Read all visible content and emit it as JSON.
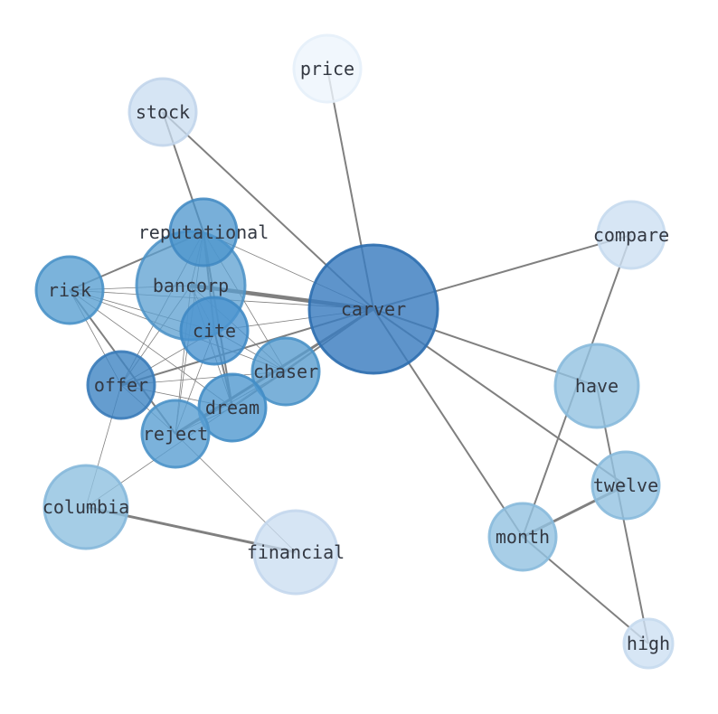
{
  "colors": {
    "edge": "#808080",
    "label": "#333842"
  },
  "nodes": [
    {
      "id": "carver",
      "label": "carver",
      "size": 3,
      "color": "#3a7cc0",
      "stroke": "#2f6fb0",
      "opacity": 0.82
    },
    {
      "id": "bancorp",
      "label": "bancorp",
      "size": 2.2,
      "color": "#5b9fd0",
      "stroke": "#4a90c6",
      "opacity": 0.75
    },
    {
      "id": "reputational",
      "label": "reputational",
      "size": 1.6,
      "color": "#4b94cc",
      "stroke": "#3f88c2",
      "opacity": 0.75
    },
    {
      "id": "risk",
      "label": "risk",
      "size": 1.6,
      "color": "#5aa0d2",
      "stroke": "#4a92c8",
      "opacity": 0.8
    },
    {
      "id": "cite",
      "label": "cite",
      "size": 1.6,
      "color": "#4a94cf",
      "stroke": "#3f89c4",
      "opacity": 0.78
    },
    {
      "id": "chaser",
      "label": "chaser",
      "size": 1.6,
      "color": "#5a9ed0",
      "stroke": "#4a92c6",
      "opacity": 0.8
    },
    {
      "id": "offer",
      "label": "offer",
      "size": 1.6,
      "color": "#3f85c3",
      "stroke": "#3a7bb8",
      "opacity": 0.8
    },
    {
      "id": "dream",
      "label": "dream",
      "size": 1.6,
      "color": "#5099d0",
      "stroke": "#438dc5",
      "opacity": 0.8
    },
    {
      "id": "reject",
      "label": "reject",
      "size": 1.6,
      "color": "#5a9fd2",
      "stroke": "#4b92c8",
      "opacity": 0.8
    },
    {
      "id": "columbia",
      "label": "columbia",
      "size": 2,
      "color": "#8fc0e0",
      "stroke": "#86b8da",
      "opacity": 0.8
    },
    {
      "id": "financial",
      "label": "financial",
      "size": 2,
      "color": "#c8dcf0",
      "stroke": "#c2d6ec",
      "opacity": 0.75
    },
    {
      "id": "stock",
      "label": "stock",
      "size": 1.6,
      "color": "#c8dcf0",
      "stroke": "#c0d4ea",
      "opacity": 0.75
    },
    {
      "id": "price",
      "label": "price",
      "size": 1.6,
      "color": "#eef5fd",
      "stroke": "#e6eff9",
      "opacity": 0.8
    },
    {
      "id": "compare",
      "label": "compare",
      "size": 1.6,
      "color": "#cde0f2",
      "stroke": "#c6daee",
      "opacity": 0.8
    },
    {
      "id": "have",
      "label": "have",
      "size": 2,
      "color": "#92c2e1",
      "stroke": "#88badb",
      "opacity": 0.8
    },
    {
      "id": "twelve",
      "label": "twelve",
      "size": 1.6,
      "color": "#92c2e1",
      "stroke": "#88badb",
      "opacity": 0.8
    },
    {
      "id": "month",
      "label": "month",
      "size": 1.6,
      "color": "#92c2e1",
      "stroke": "#88badb",
      "opacity": 0.8
    },
    {
      "id": "high",
      "label": "high",
      "size": 1.2,
      "color": "#cde0f2",
      "stroke": "#c6daee",
      "opacity": 0.8
    }
  ],
  "edges": [
    {
      "source": "carver",
      "target": "bancorp",
      "weight": 4
    },
    {
      "source": "carver",
      "target": "price",
      "weight": 2
    },
    {
      "source": "carver",
      "target": "stock",
      "weight": 2
    },
    {
      "source": "carver",
      "target": "compare",
      "weight": 2
    },
    {
      "source": "carver",
      "target": "have",
      "weight": 2
    },
    {
      "source": "carver",
      "target": "twelve",
      "weight": 2
    },
    {
      "source": "carver",
      "target": "month",
      "weight": 2
    },
    {
      "source": "carver",
      "target": "reputational",
      "weight": 1
    },
    {
      "source": "carver",
      "target": "risk",
      "weight": 1
    },
    {
      "source": "carver",
      "target": "cite",
      "weight": 1
    },
    {
      "source": "carver",
      "target": "chaser",
      "weight": 1
    },
    {
      "source": "carver",
      "target": "offer",
      "weight": 2
    },
    {
      "source": "carver",
      "target": "dream",
      "weight": 1
    },
    {
      "source": "carver",
      "target": "reject",
      "weight": 3
    },
    {
      "source": "carver",
      "target": "columbia",
      "weight": 1
    },
    {
      "source": "stock",
      "target": "reputational",
      "weight": 2
    },
    {
      "source": "columbia",
      "target": "financial",
      "weight": 3
    },
    {
      "source": "columbia",
      "target": "offer",
      "weight": 1
    },
    {
      "source": "reject",
      "target": "financial",
      "weight": 1
    },
    {
      "source": "risk",
      "target": "reputational",
      "weight": 2
    },
    {
      "source": "risk",
      "target": "bancorp",
      "weight": 1
    },
    {
      "source": "risk",
      "target": "cite",
      "weight": 1
    },
    {
      "source": "risk",
      "target": "chaser",
      "weight": 1
    },
    {
      "source": "risk",
      "target": "offer",
      "weight": 1
    },
    {
      "source": "risk",
      "target": "dream",
      "weight": 1
    },
    {
      "source": "risk",
      "target": "reject",
      "weight": 2
    },
    {
      "source": "reputational",
      "target": "bancorp",
      "weight": 1
    },
    {
      "source": "reputational",
      "target": "cite",
      "weight": 2
    },
    {
      "source": "reputational",
      "target": "chaser",
      "weight": 1
    },
    {
      "source": "reputational",
      "target": "offer",
      "weight": 1
    },
    {
      "source": "reputational",
      "target": "dream",
      "weight": 2
    },
    {
      "source": "reputational",
      "target": "reject",
      "weight": 1
    },
    {
      "source": "bancorp",
      "target": "cite",
      "weight": 1
    },
    {
      "source": "bancorp",
      "target": "chaser",
      "weight": 1
    },
    {
      "source": "bancorp",
      "target": "offer",
      "weight": 1
    },
    {
      "source": "bancorp",
      "target": "dream",
      "weight": 1
    },
    {
      "source": "bancorp",
      "target": "reject",
      "weight": 1
    },
    {
      "source": "cite",
      "target": "chaser",
      "weight": 1
    },
    {
      "source": "cite",
      "target": "offer",
      "weight": 1
    },
    {
      "source": "cite",
      "target": "dream",
      "weight": 2
    },
    {
      "source": "cite",
      "target": "reject",
      "weight": 1
    },
    {
      "source": "chaser",
      "target": "offer",
      "weight": 1
    },
    {
      "source": "chaser",
      "target": "dream",
      "weight": 1
    },
    {
      "source": "chaser",
      "target": "reject",
      "weight": 1
    },
    {
      "source": "offer",
      "target": "dream",
      "weight": 1
    },
    {
      "source": "offer",
      "target": "reject",
      "weight": 1
    },
    {
      "source": "dream",
      "target": "reject",
      "weight": 1
    },
    {
      "source": "compare",
      "target": "month",
      "weight": 2
    },
    {
      "source": "have",
      "target": "high",
      "weight": 2
    },
    {
      "source": "twelve",
      "target": "month",
      "weight": 3
    },
    {
      "source": "month",
      "target": "high",
      "weight": 2
    }
  ]
}
